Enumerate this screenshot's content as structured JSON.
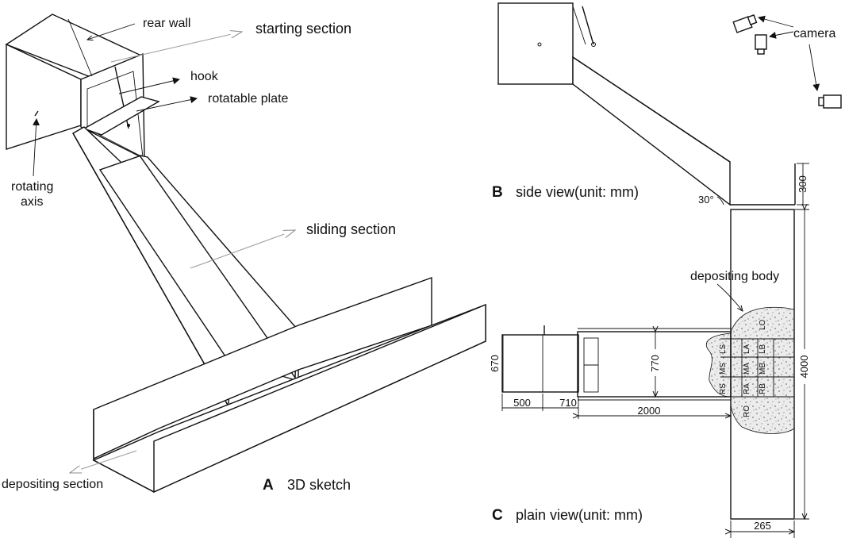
{
  "labels": {
    "rear_wall": "rear wall",
    "starting_section": "starting section",
    "hook": "hook",
    "rotatable_plate": "rotatable plate",
    "rotating_axis_1": "rotating",
    "rotating_axis_2": "axis",
    "sliding_section": "sliding section",
    "depositing_section": "depositing section",
    "camera": "camera",
    "depositing_body": "depositing body"
  },
  "panels": {
    "a_letter": "A",
    "a_title": "3D sketch",
    "b_letter": "B",
    "b_title": "side view(unit: mm)",
    "c_letter": "C",
    "c_title": "plain view(unit: mm)"
  },
  "dimensions": {
    "angle": "30°",
    "height_300": "300",
    "width_670": "670",
    "width_770": "770",
    "len_500": "500",
    "len_710": "710",
    "len_2000": "2000",
    "len_4000": "4000",
    "width_265": "265"
  },
  "grid_cells": {
    "ls": "LS",
    "la": "LA",
    "lo": "LO",
    "lb": "LB",
    "ms": "MS",
    "ma": "MA",
    "mb": "MB",
    "rs": "RS",
    "ra": "RA",
    "rb": "RB",
    "ro": "RO"
  }
}
